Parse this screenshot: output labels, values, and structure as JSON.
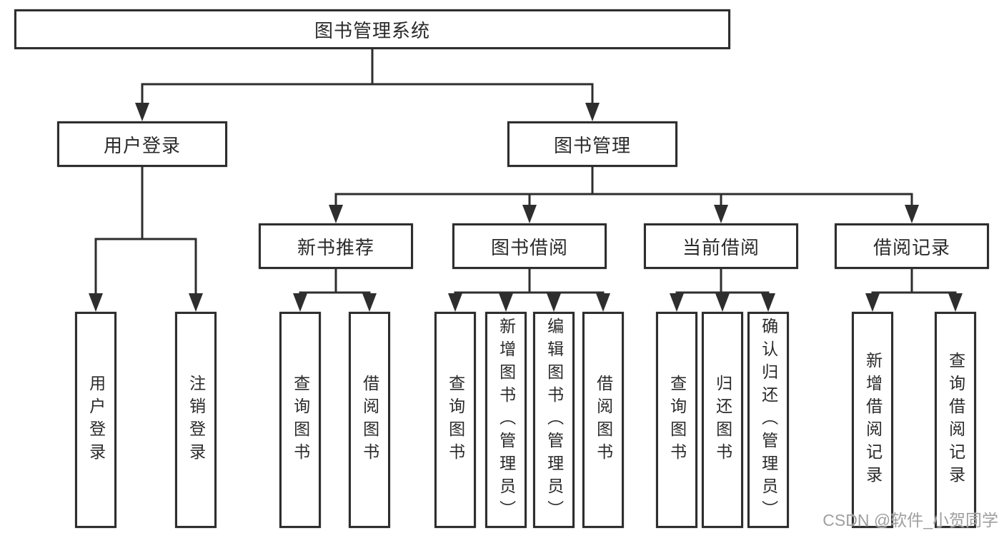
{
  "diagram": {
    "title": "图书管理系统",
    "branches": [
      {
        "label": "用户登录",
        "children": [
          "用户登录",
          "注销登录"
        ]
      },
      {
        "label": "图书管理",
        "sections": [
          {
            "label": "新书推荐",
            "children": [
              "查询图书",
              "借阅图书"
            ]
          },
          {
            "label": "图书借阅",
            "children": [
              "查询图书",
              "新增图书（管理员）",
              "编辑图书（管理员）",
              "借阅图书"
            ]
          },
          {
            "label": "当前借阅",
            "children": [
              "查询图书",
              "归还图书",
              "确认归还（管理员）"
            ]
          },
          {
            "label": "借阅记录",
            "children": [
              "新增借阅记录",
              "查询借阅记录"
            ]
          }
        ]
      }
    ]
  },
  "watermark": {
    "text": "CSDN @软件_小贺同学"
  },
  "colors": {
    "line": "#2e2e2e",
    "border": "#2e2e2e",
    "text": "#2a2a2a",
    "background": "#ffffff",
    "watermark": "#9f9f9f"
  }
}
